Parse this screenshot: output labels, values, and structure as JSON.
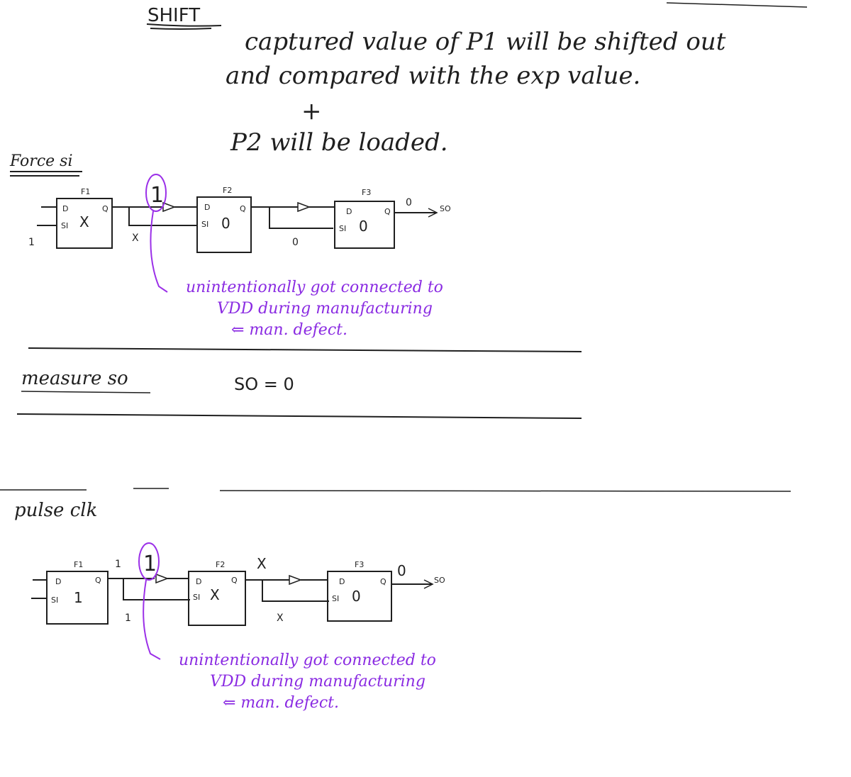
{
  "notes": {
    "title": "SHIFT",
    "line1": "captured value of P1 will be shifted out",
    "line2": "and compared with the exp value.",
    "plus": "+",
    "line3": "P2 will be loaded."
  },
  "force_section": {
    "heading": "Force si",
    "ff1": {
      "name": "F1",
      "d": "D",
      "si": "SI",
      "q": "Q",
      "value": "X"
    },
    "ff2": {
      "name": "F2",
      "d": "D",
      "si": "SI",
      "q": "Q",
      "value": "0"
    },
    "ff3": {
      "name": "F3",
      "d": "D",
      "si": "SI",
      "q": "Q",
      "value": "0"
    },
    "si_input": "1",
    "net_f1_q": "X",
    "net_f2_q": "0",
    "f3_out": "0",
    "so_label": "SO",
    "fault_symbol": "1",
    "defect_note": [
      "unintentionally got connected to",
      "VDD during manufacturing",
      "⇐ man. defect."
    ]
  },
  "measure_section": {
    "heading": "measure so",
    "result": "SO = 0"
  },
  "pulse_section": {
    "heading": "pulse clk",
    "ff1": {
      "name": "F1",
      "d": "D",
      "si": "SI",
      "q": "Q",
      "value": "1"
    },
    "ff2": {
      "name": "F2",
      "d": "D",
      "si": "SI",
      "q": "Q",
      "value": "X"
    },
    "ff3": {
      "name": "F3",
      "d": "D",
      "si": "SI",
      "q": "Q",
      "value": "0"
    },
    "net_f1_q_top": "1",
    "net_f1_q_bottom": "1",
    "net_f2_q_top": "X",
    "net_f2_q_bottom": "X",
    "f3_out": "0",
    "so_label": "SO",
    "fault_symbol": "1",
    "defect_note": [
      "unintentionally got connected to",
      "VDD during manufacturing",
      "⇐ man. defect."
    ]
  },
  "colors": {
    "ink": "#1f1f1f",
    "annotation": "#9b30e8"
  }
}
